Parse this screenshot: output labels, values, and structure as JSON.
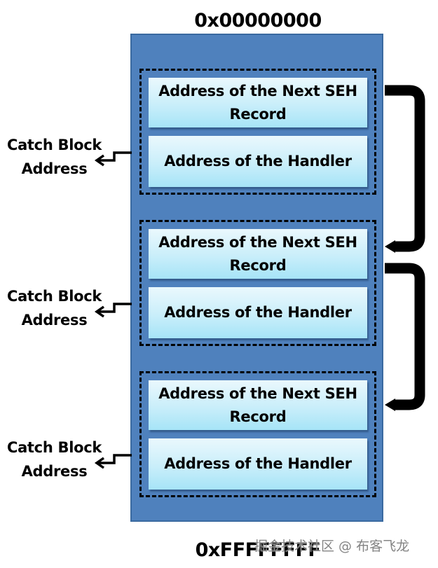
{
  "diagram": {
    "title": "SEH Chain on the Stack",
    "top_address": "0x00000000",
    "bottom_address": "0xFFFFFFFF",
    "colors": {
      "stack_fill": "#4f81bd",
      "record_gradient_top": "#eaf8fd",
      "record_gradient_bottom": "#a6e4f7",
      "arrow": "#000000"
    },
    "records": [
      {
        "next_label": "Address of the Next SEH Record",
        "handler_label": "Address of the Handler",
        "catch_line1": "Catch Block",
        "catch_line2": "Address"
      },
      {
        "next_label": "Address of the Next SEH Record",
        "handler_label": "Address of the Handler",
        "catch_line1": "Catch Block",
        "catch_line2": "Address"
      },
      {
        "next_label": "Address of the Next SEH Record",
        "handler_label": "Address of the Handler",
        "catch_line1": "Catch Block",
        "catch_line2": "Address"
      }
    ],
    "links": [
      {
        "from_record": 0,
        "to_record": 1
      },
      {
        "from_record": 1,
        "to_record": 2
      }
    ]
  },
  "watermark": "掘金技术社区 @ 布客飞龙"
}
